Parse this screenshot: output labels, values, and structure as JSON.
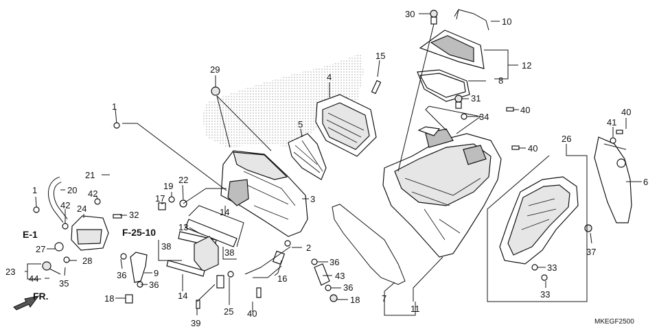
{
  "diagram": {
    "code": "MKEGF2500",
    "front_label": "FR.",
    "refs": {
      "e1": "E-1",
      "f2510": "F-25-10"
    },
    "callouts": [
      "1",
      "2",
      "3",
      "4",
      "5",
      "6",
      "7",
      "8",
      "9",
      "10",
      "11",
      "12",
      "13",
      "14",
      "15",
      "16",
      "17",
      "18",
      "19",
      "20",
      "21",
      "22",
      "23",
      "24",
      "25",
      "26",
      "27",
      "28",
      "29",
      "30",
      "31",
      "32",
      "33",
      "34",
      "35",
      "36",
      "37",
      "38",
      "39",
      "40",
      "41",
      "42",
      "43",
      "44"
    ]
  }
}
